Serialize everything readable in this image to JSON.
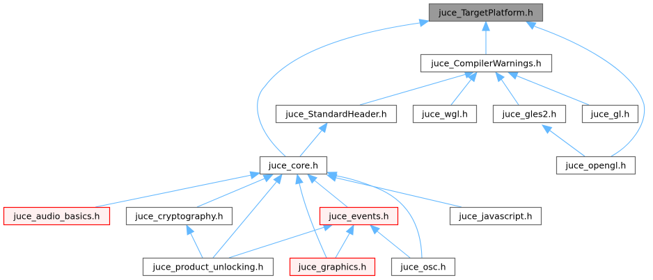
{
  "diagram": {
    "type": "include-dependency-graph",
    "root": "juce_TargetPlatform.h",
    "nodes": [
      {
        "id": "target_platform",
        "label": "juce_TargetPlatform.h",
        "style": "root"
      },
      {
        "id": "compiler_warnings",
        "label": "juce_CompilerWarnings.h",
        "style": "normal"
      },
      {
        "id": "standard_header",
        "label": "juce_StandardHeader.h",
        "style": "normal"
      },
      {
        "id": "wgl",
        "label": "juce_wgl.h",
        "style": "normal"
      },
      {
        "id": "gles2",
        "label": "juce_gles2.h",
        "style": "normal"
      },
      {
        "id": "gl",
        "label": "juce_gl.h",
        "style": "normal"
      },
      {
        "id": "core",
        "label": "juce_core.h",
        "style": "normal"
      },
      {
        "id": "opengl",
        "label": "juce_opengl.h",
        "style": "normal"
      },
      {
        "id": "audio_basics",
        "label": "juce_audio_basics.h",
        "style": "truncated"
      },
      {
        "id": "cryptography",
        "label": "juce_cryptography.h",
        "style": "normal"
      },
      {
        "id": "events",
        "label": "juce_events.h",
        "style": "truncated"
      },
      {
        "id": "javascript",
        "label": "juce_javascript.h",
        "style": "normal"
      },
      {
        "id": "product_unlocking",
        "label": "juce_product_unlocking.h",
        "style": "normal"
      },
      {
        "id": "graphics",
        "label": "juce_graphics.h",
        "style": "truncated"
      },
      {
        "id": "osc",
        "label": "juce_osc.h",
        "style": "normal"
      }
    ],
    "edges": [
      {
        "from": "compiler_warnings",
        "to": "target_platform"
      },
      {
        "from": "core",
        "to": "target_platform"
      },
      {
        "from": "opengl",
        "to": "target_platform"
      },
      {
        "from": "standard_header",
        "to": "compiler_warnings"
      },
      {
        "from": "wgl",
        "to": "compiler_warnings"
      },
      {
        "from": "gles2",
        "to": "compiler_warnings"
      },
      {
        "from": "gl",
        "to": "compiler_warnings"
      },
      {
        "from": "core",
        "to": "standard_header"
      },
      {
        "from": "opengl",
        "to": "gles2"
      },
      {
        "from": "audio_basics",
        "to": "core"
      },
      {
        "from": "cryptography",
        "to": "core"
      },
      {
        "from": "product_unlocking",
        "to": "core"
      },
      {
        "from": "graphics",
        "to": "core"
      },
      {
        "from": "events",
        "to": "core"
      },
      {
        "from": "osc",
        "to": "core"
      },
      {
        "from": "javascript",
        "to": "core"
      },
      {
        "from": "product_unlocking",
        "to": "cryptography"
      },
      {
        "from": "product_unlocking",
        "to": "events"
      },
      {
        "from": "graphics",
        "to": "events"
      },
      {
        "from": "osc",
        "to": "events"
      }
    ]
  },
  "colors": {
    "edge": "#63b8ff",
    "root_fill": "#999999",
    "root_border": "#666666",
    "normal_fill": "#ffffff",
    "normal_border": "#666666",
    "truncated_fill": "#fff0f0",
    "truncated_border": "#ff0000"
  }
}
